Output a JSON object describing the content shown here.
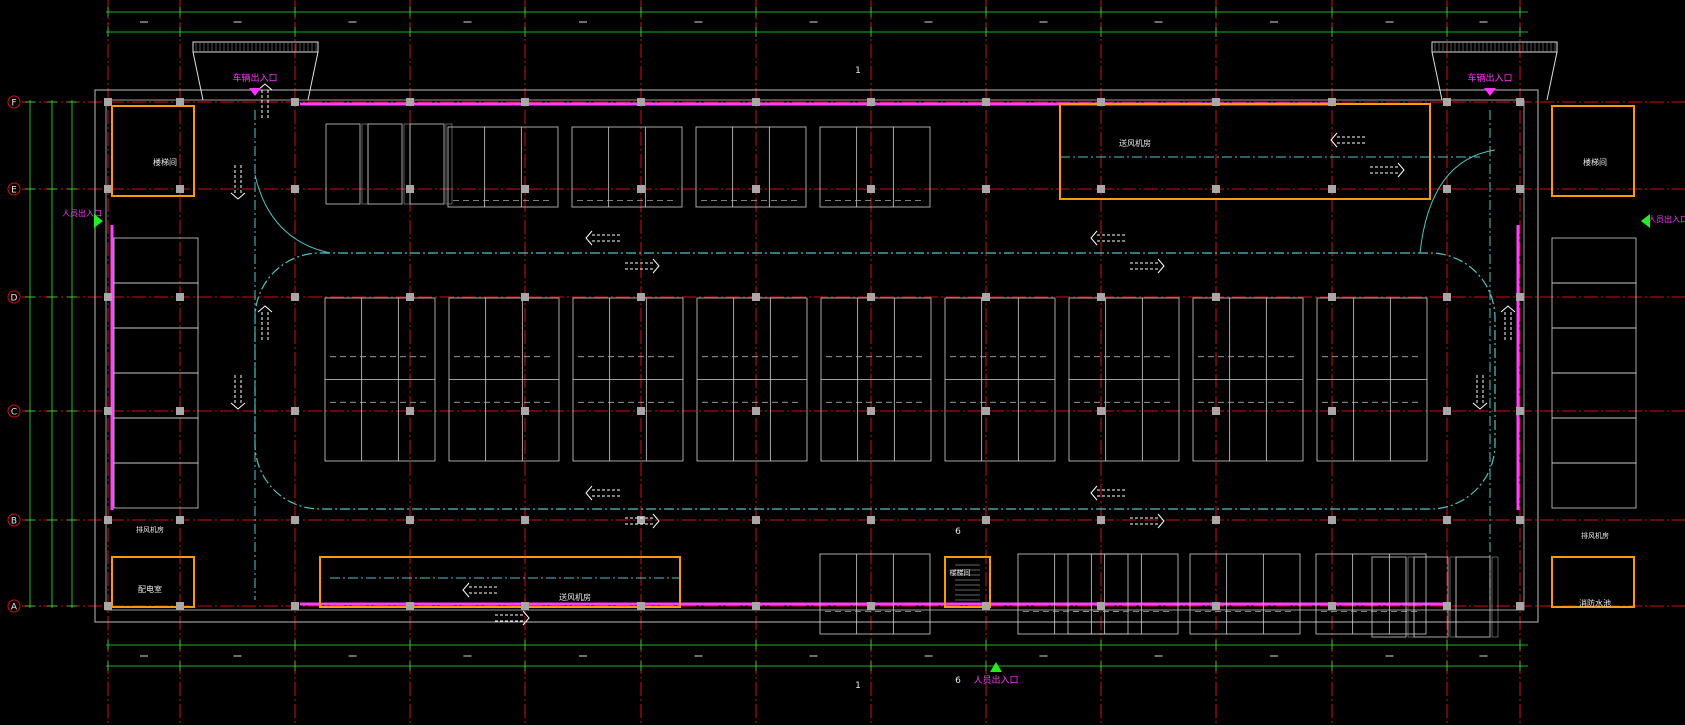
{
  "drawing": {
    "grid_labels": [
      "A",
      "B",
      "C",
      "D",
      "E",
      "F"
    ],
    "entrances": [
      {
        "label": "车辆出入口"
      },
      {
        "label": "车辆出入口"
      },
      {
        "label": "人员出入口"
      },
      {
        "label": "人员出入口"
      },
      {
        "label": "人员出入口"
      }
    ],
    "room_labels": [
      "楼梯间",
      "楼梯间",
      "排风机房",
      "排风机房",
      "送风机房",
      "送风机房",
      "配电室",
      "消防水池"
    ],
    "section_marks": [
      "1",
      "1",
      "6",
      "6"
    ],
    "stair_label": "楼梯间",
    "colors": {
      "background": "#000000",
      "grid_line": "#d01010",
      "wall": "#ff40ff",
      "column": "#a8a8a8",
      "lane": "#4fc3c3",
      "dimension": "#2ee62e",
      "parking": "#d0d0d0",
      "entrance": "#ff33ff",
      "marker": "#22ee22",
      "orange_wall": "#ff9900",
      "text": "#e8e8e8"
    }
  }
}
